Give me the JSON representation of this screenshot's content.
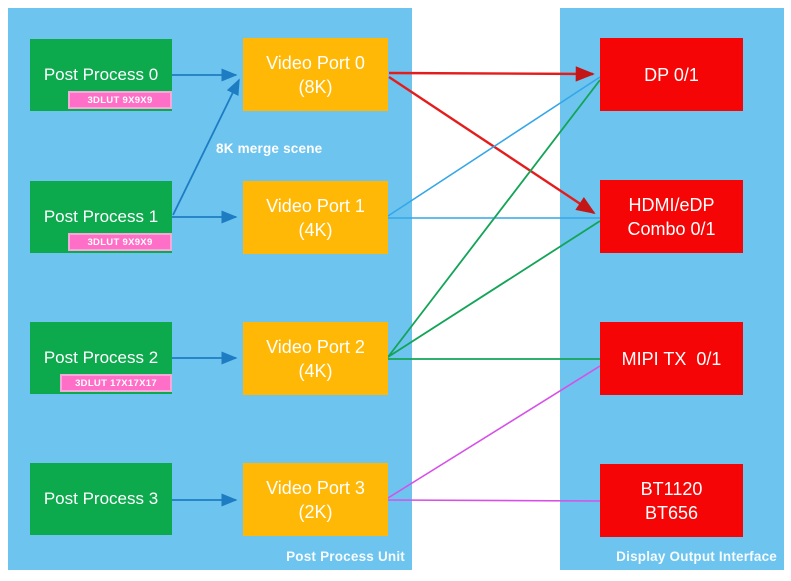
{
  "panels": {
    "left": {
      "caption": "Post Process Unit"
    },
    "right": {
      "caption": "Display Output Interface"
    }
  },
  "post_process": [
    {
      "label": "Post Process 0",
      "lut": "3DLUT 9X9X9"
    },
    {
      "label": "Post Process 1",
      "lut": "3DLUT 9X9X9"
    },
    {
      "label": "Post Process 2",
      "lut": "3DLUT 17X17X17"
    },
    {
      "label": "Post Process 3",
      "lut": ""
    }
  ],
  "video_ports": [
    {
      "name": "Video Port 0",
      "res": "(8K)"
    },
    {
      "name": "Video Port 1",
      "res": "(4K)"
    },
    {
      "name": "Video Port 2",
      "res": "(4K)"
    },
    {
      "name": "Video Port 3",
      "res": "(2K)"
    }
  ],
  "outputs": [
    {
      "line1": "DP 0/1",
      "line2": ""
    },
    {
      "line1": "HDMI/eDP",
      "line2": "Combo 0/1"
    },
    {
      "line1": "MIPI TX  0/1",
      "line2": ""
    },
    {
      "line1": "BT1120",
      "line2": "BT656"
    }
  ],
  "annotations": {
    "merge_scene": "8K merge scene"
  },
  "connections": [
    {
      "from": "Post Process 0",
      "to": "Video Port 0",
      "color": "blue",
      "arrow": true
    },
    {
      "from": "Post Process 1",
      "to": "Video Port 0",
      "color": "blue",
      "arrow": true,
      "note": "8K merge scene"
    },
    {
      "from": "Post Process 1",
      "to": "Video Port 1",
      "color": "blue",
      "arrow": true
    },
    {
      "from": "Post Process 2",
      "to": "Video Port 2",
      "color": "blue",
      "arrow": true
    },
    {
      "from": "Post Process 3",
      "to": "Video Port 3",
      "color": "blue",
      "arrow": true
    },
    {
      "from": "Video Port 0",
      "to": "DP 0/1",
      "color": "red",
      "arrow": true
    },
    {
      "from": "Video Port 0",
      "to": "HDMI/eDP Combo 0/1",
      "color": "red",
      "arrow": true
    },
    {
      "from": "Video Port 1",
      "to": "DP 0/1",
      "color": "cyan",
      "arrow": false
    },
    {
      "from": "Video Port 1",
      "to": "HDMI/eDP Combo 0/1",
      "color": "cyan",
      "arrow": false
    },
    {
      "from": "Video Port 2",
      "to": "DP 0/1",
      "color": "green",
      "arrow": false
    },
    {
      "from": "Video Port 2",
      "to": "HDMI/eDP Combo 0/1",
      "color": "green",
      "arrow": false
    },
    {
      "from": "Video Port 2",
      "to": "MIPI TX 0/1",
      "color": "green",
      "arrow": false
    },
    {
      "from": "Video Port 3",
      "to": "MIPI TX 0/1",
      "color": "magenta",
      "arrow": false
    },
    {
      "from": "Video Port 3",
      "to": "BT1120 BT656",
      "color": "magenta",
      "arrow": false
    }
  ],
  "colors": {
    "panel_bg": "#6cc4ef",
    "post_process_box": "#0ca94d",
    "video_port_box": "#ffb805",
    "output_box": "#f50505",
    "lut_badge": "#ff6ec7",
    "lut_badge_border": "#f3aadb",
    "edge_blue": "#1e7cc2",
    "edge_red": "#e51c1c",
    "edge_cyan": "#35a6e8",
    "edge_green": "#13a457",
    "edge_magenta": "#d650e8",
    "text": "#ffffff"
  }
}
